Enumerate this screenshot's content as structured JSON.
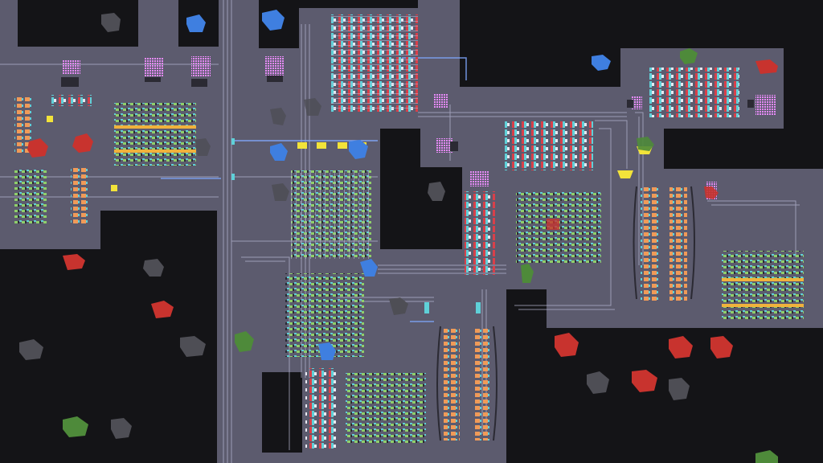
{
  "scene": {
    "colors": {
      "void": "#141417",
      "board": "#5c5b6e",
      "board_edge": "#6d6c80",
      "wire": "#b9b8d4",
      "wire_active": "#7fa8ff",
      "node_yellow": "#f2e33a",
      "bus_orange": "#f0b23c",
      "module_cyan": "#5fd0d8",
      "module_red": "#d8404a",
      "module_green": "#8fcf6a",
      "module_orange": "#f09a58",
      "pink_port": "#d56bf0"
    },
    "blobs": [
      {
        "kind": "gray",
        "color": "#4e4e55"
      },
      {
        "kind": "blue",
        "color": "#3f7fe0"
      },
      {
        "kind": "red",
        "color": "#c8332e"
      },
      {
        "kind": "green",
        "color": "#4e8a3a"
      },
      {
        "kind": "gray",
        "color": "#4e4e55"
      }
    ],
    "modules": [
      {
        "name": "grid-top-center",
        "style": "red-cyan"
      },
      {
        "name": "grid-top-right",
        "style": "red-cyan"
      },
      {
        "name": "grid-mid-right",
        "style": "red-cyan"
      },
      {
        "name": "column-bank-left",
        "style": "green"
      },
      {
        "name": "column-bank-lower-left",
        "style": "green"
      },
      {
        "name": "column-bank-bottom",
        "style": "green"
      },
      {
        "name": "stack-center",
        "style": "red-cyan"
      },
      {
        "name": "stack-bottom",
        "style": "red-cyan"
      },
      {
        "name": "rows-center-right",
        "style": "green"
      },
      {
        "name": "chains-orange-right",
        "style": "orange"
      },
      {
        "name": "chains-orange-bottom",
        "style": "orange"
      },
      {
        "name": "bus-unit-left",
        "style": "orange-bus"
      },
      {
        "name": "bus-unit-right",
        "style": "orange-bus"
      },
      {
        "name": "cluster-far-left",
        "style": "orange"
      }
    ]
  }
}
